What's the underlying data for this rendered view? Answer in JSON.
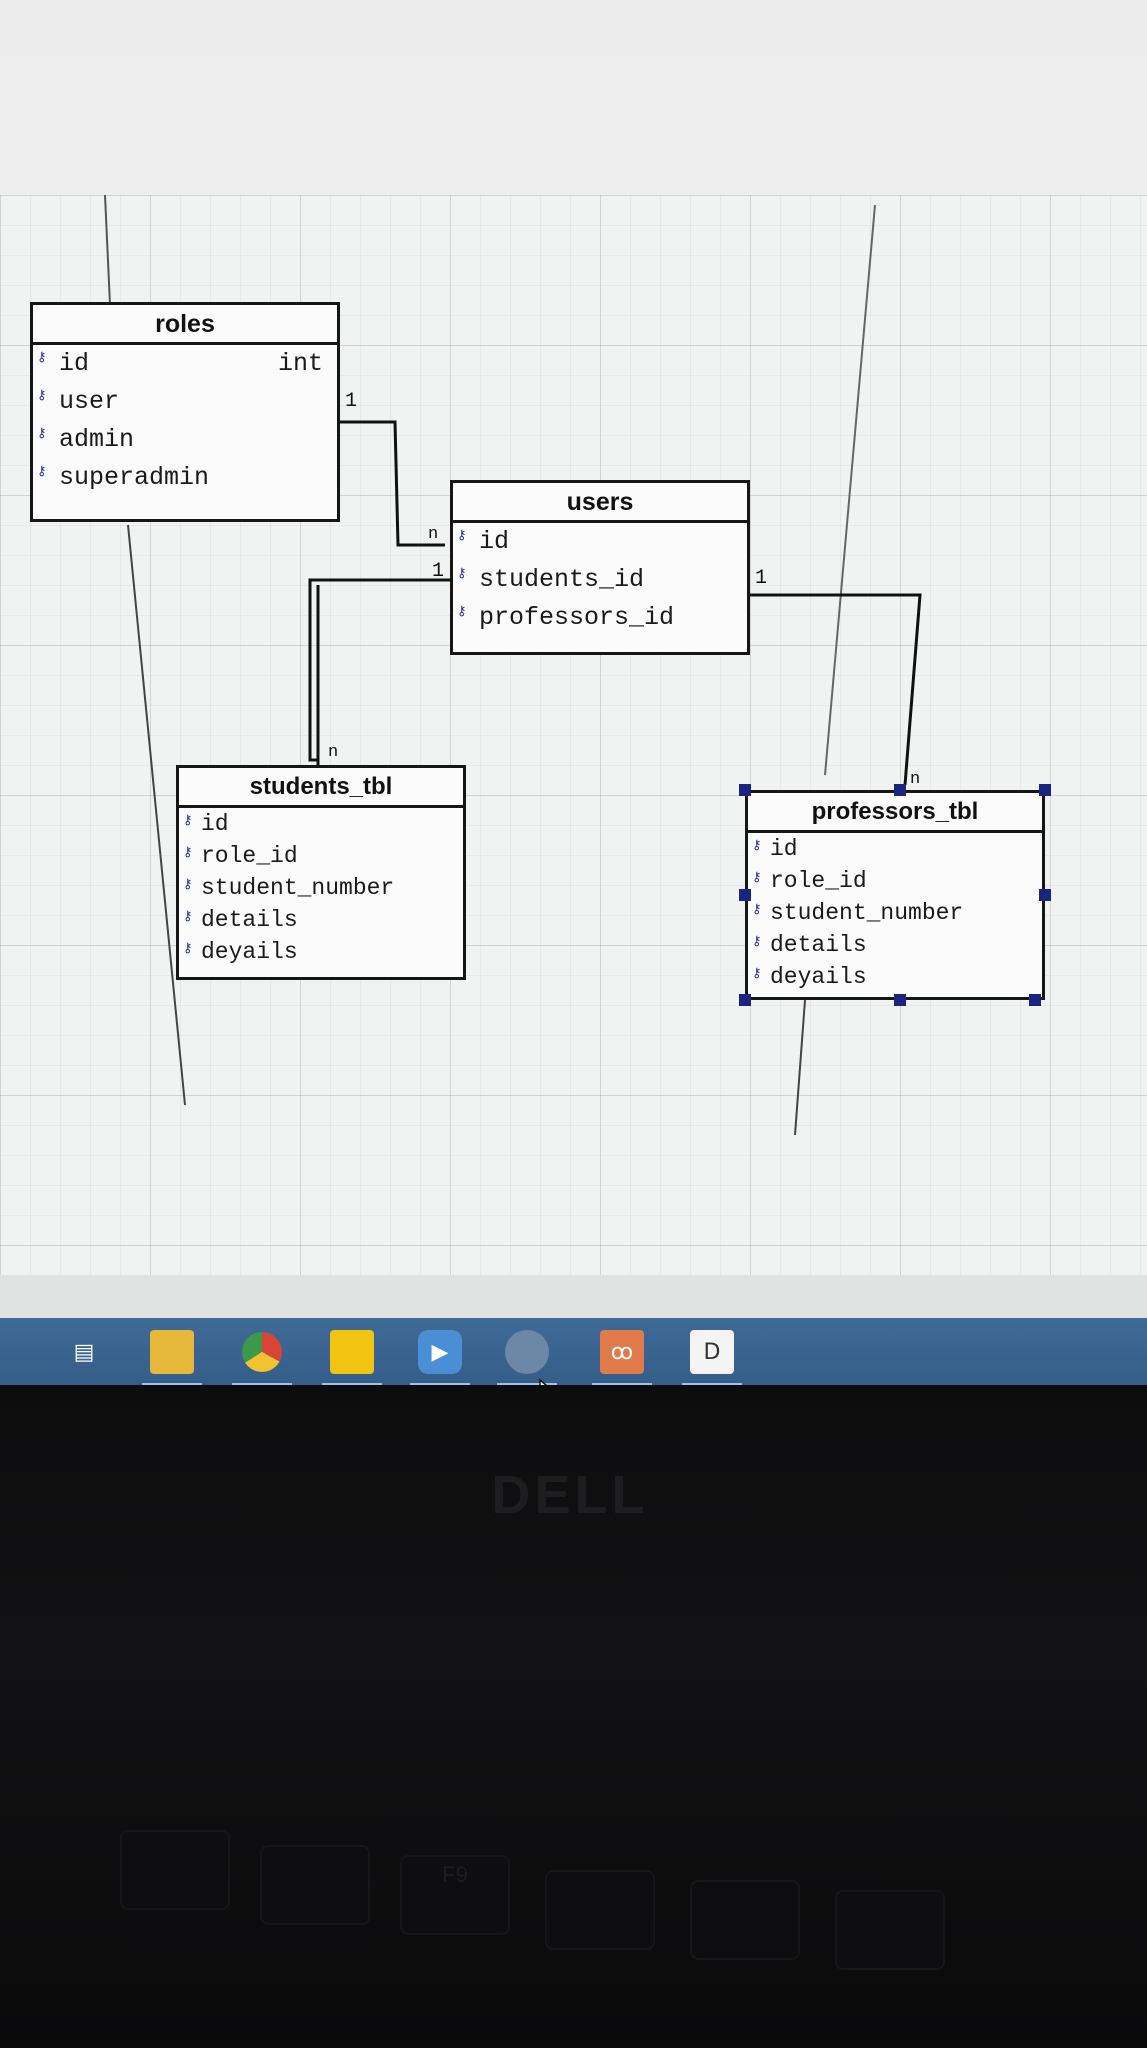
{
  "diagram": {
    "entities": {
      "roles": {
        "title": "roles",
        "fields": [
          {
            "name": "id",
            "type": "int"
          },
          {
            "name": "user"
          },
          {
            "name": "admin"
          },
          {
            "name": "superadmin"
          }
        ]
      },
      "users": {
        "title": "users",
        "fields": [
          {
            "name": "id"
          },
          {
            "name": "students_id"
          },
          {
            "name": "professors_id"
          }
        ]
      },
      "students_tbl": {
        "title": "students_tbl",
        "fields": [
          {
            "name": "id"
          },
          {
            "name": "role_id"
          },
          {
            "name": "student_number"
          },
          {
            "name": "details"
          },
          {
            "name": "deyails"
          }
        ]
      },
      "professors_tbl": {
        "title": "professors_tbl",
        "fields": [
          {
            "name": "id"
          },
          {
            "name": "role_id"
          },
          {
            "name": "student_number"
          },
          {
            "name": "details"
          },
          {
            "name": "deyails"
          }
        ]
      }
    },
    "relations": [
      {
        "from": "roles",
        "to": "users",
        "from_card": "1",
        "to_card": "n"
      },
      {
        "from": "users",
        "to": "students_tbl",
        "from_card": "1",
        "to_card": "n"
      },
      {
        "from": "users",
        "to": "professors_tbl",
        "from_card": "1",
        "to_card": "n"
      }
    ]
  },
  "taskbar": {
    "icons": [
      "task-view-icon",
      "file-explorer-icon",
      "chrome-icon",
      "sticky-notes-icon",
      "zoom-icon",
      "cloud-app-icon",
      "xampp-icon",
      "dia-icon"
    ]
  },
  "bezel": {
    "brand": "DELL",
    "key_label": "F9"
  }
}
